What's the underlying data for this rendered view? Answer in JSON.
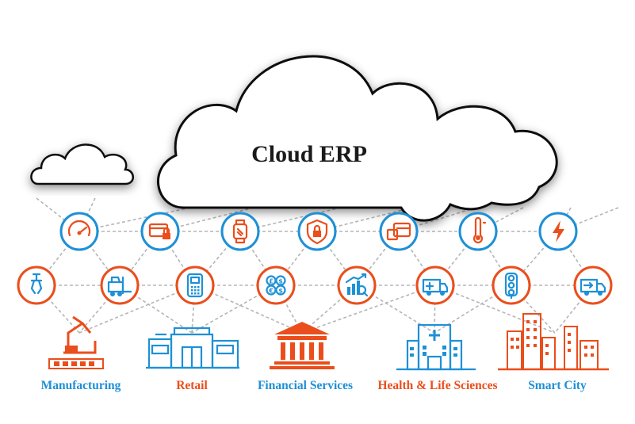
{
  "title": "Cloud ERP",
  "categories": [
    {
      "label": "Manufacturing",
      "color": "#1e90d6"
    },
    {
      "label": "Retail",
      "color": "#ea4e1c"
    },
    {
      "label": "Financial Services",
      "color": "#1e90d6"
    },
    {
      "label": "Health & Life Sciences",
      "color": "#ea4e1c"
    },
    {
      "label": "Smart City",
      "color": "#1e90d6"
    }
  ],
  "top_icons": [
    "speedometer-icon",
    "credit-card-lock-icon",
    "smartwatch-icon",
    "shield-lock-icon",
    "card-reader-icon",
    "thermometer-icon",
    "lightning-icon"
  ],
  "bottom_icons": [
    "robotic-arm-icon",
    "forklift-icon",
    "pos-terminal-icon",
    "currency-coins-icon",
    "growth-chart-icon",
    "ambulance-icon",
    "traffic-light-icon",
    "delivery-truck-icon"
  ],
  "colors": {
    "blue": "#1e90d6",
    "orange": "#ea4e1c",
    "line": "#b5b5b5"
  }
}
